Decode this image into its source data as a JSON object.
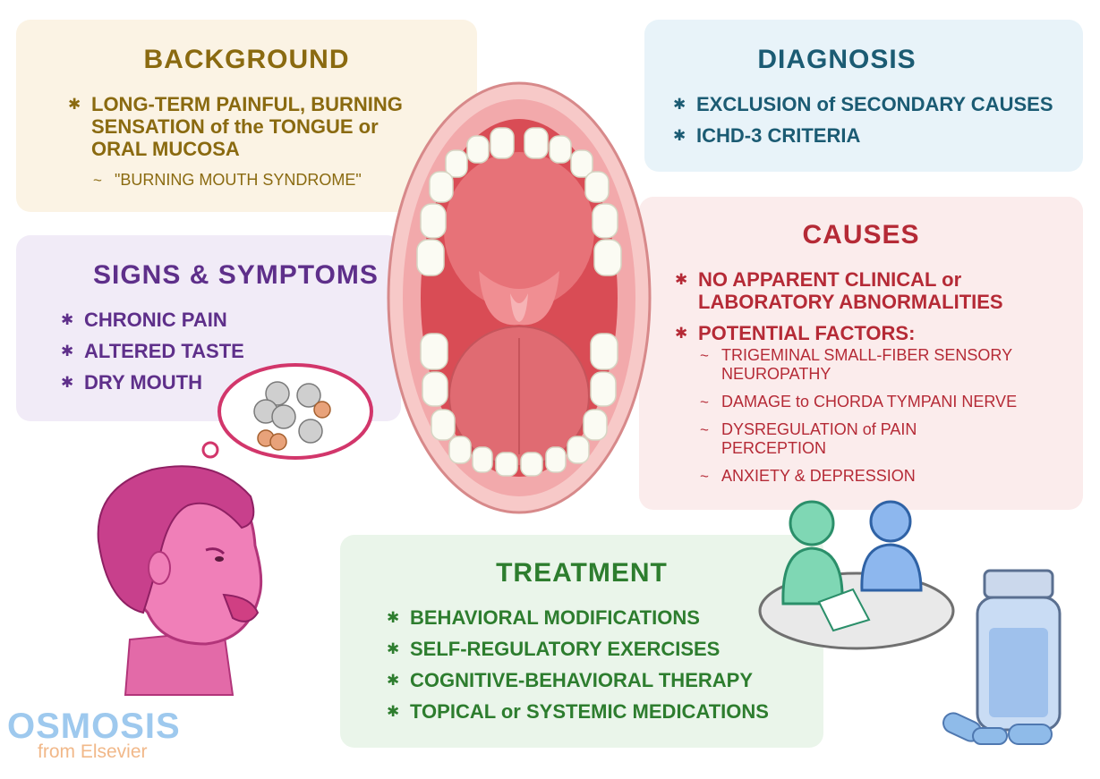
{
  "background": {
    "title": "BACKGROUND",
    "items": [
      {
        "text": "LONG-TERM PAINFUL, BURNING SENSATION of the TONGUE or ORAL MUCOSA",
        "sub": [
          "\"BURNING MOUTH SYNDROME\""
        ]
      }
    ],
    "color": "#8a6a10",
    "bg_color": "#fbf3e4"
  },
  "signs": {
    "title": "SIGNS & SYMPTOMS",
    "items": [
      "CHRONIC PAIN",
      "ALTERED TASTE",
      "DRY MOUTH"
    ],
    "color": "#5e2f8a",
    "bg_color": "#f1ebf7"
  },
  "diagnosis": {
    "title": "DIAGNOSIS",
    "items": [
      "EXCLUSION of SECONDARY CAUSES",
      "ICHD-3 CRITERIA"
    ],
    "color": "#1b5b73",
    "bg_color": "#e8f3f9"
  },
  "causes": {
    "title": "CAUSES",
    "items": [
      "NO APPARENT CLINICAL or LABORATORY ABNORMALITIES",
      "POTENTIAL FACTORS:"
    ],
    "factors": [
      "TRIGEMINAL SMALL-FIBER SENSORY NEUROPATHY",
      "DAMAGE to CHORDA TYMPANI NERVE",
      "DYSREGULATION of PAIN PERCEPTION",
      "ANXIETY & DEPRESSION"
    ],
    "color": "#b52a36",
    "bg_color": "#fbecec"
  },
  "treatment": {
    "title": "TREATMENT",
    "items": [
      "BEHAVIORAL MODIFICATIONS",
      "SELF-REGULATORY EXERCISES",
      "COGNITIVE-BEHAVIORAL THERAPY",
      "TOPICAL or SYSTEMIC MEDICATIONS"
    ],
    "color": "#2d7d2e",
    "bg_color": "#eaf5ea"
  },
  "logo": {
    "name": "OSMOSIS",
    "sub": "from Elsevier"
  },
  "illustrations": {
    "mouth": "open-mouth-illustration",
    "person": "person-sticking-out-tongue-illustration",
    "thought": "thought-bubble-with-coins-icon",
    "therapy": "therapy-session-illustration",
    "pills": "pill-bottle-illustration"
  }
}
